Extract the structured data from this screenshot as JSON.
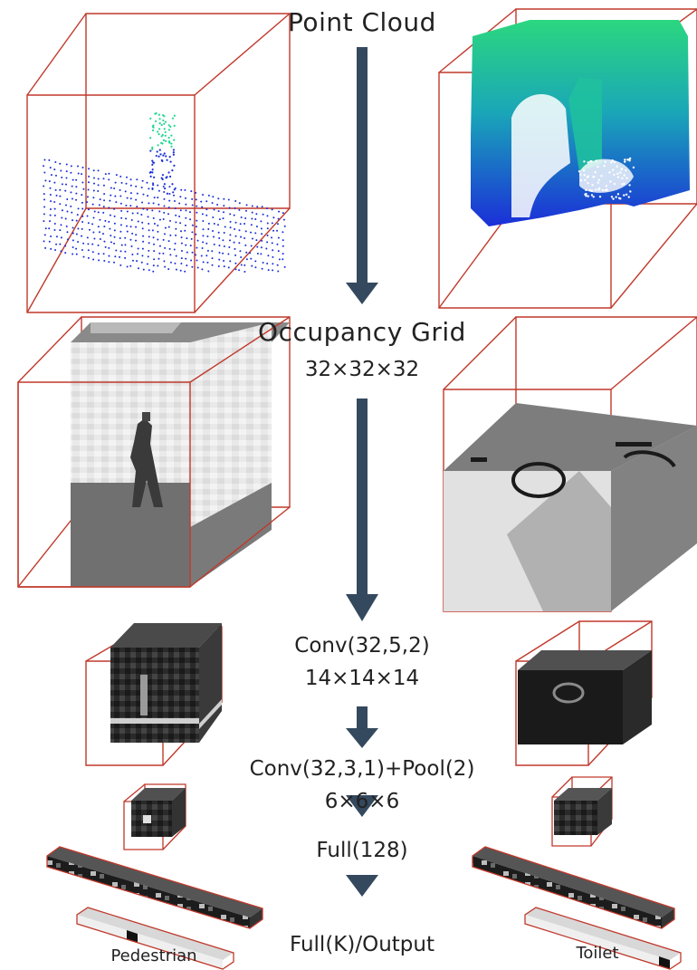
{
  "labels": {
    "point_cloud": "Point Cloud",
    "occupancy_grid": "Occupancy Grid",
    "grid_size": "32×32×32",
    "conv1": "Conv(32,5,2)",
    "conv1_size": "14×14×14",
    "conv2": "Conv(32,3,1)+Pool(2)",
    "conv2_size": "6×6×6",
    "full": "Full(128)",
    "output": "Full(K)/Output",
    "left_class": "Pedestrian",
    "right_class": "Toilet"
  },
  "colors": {
    "frame": "#c0392b",
    "arrow": "#34495e",
    "points_low": "#1a2fd6",
    "points_high": "#22d690"
  },
  "icons": [
    "point-cloud-pedestrian",
    "point-cloud-toilet",
    "voxel-cube",
    "down-arrow"
  ]
}
